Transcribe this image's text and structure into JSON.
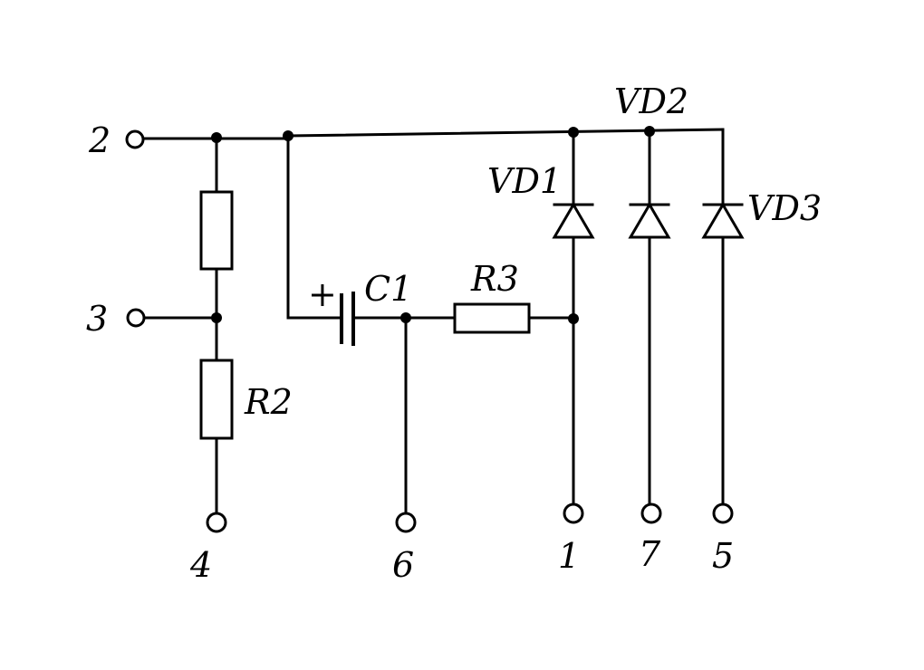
{
  "components": {
    "c1": "C1",
    "c1_polarity": "+",
    "r2": "R2",
    "r3": "R3",
    "vd1": "VD1",
    "vd2": "VD2",
    "vd3": "VD3"
  },
  "terminals": {
    "t1": "1",
    "t2": "2",
    "t3": "3",
    "t4": "4",
    "t5": "5",
    "t6": "6",
    "t7": "7"
  }
}
